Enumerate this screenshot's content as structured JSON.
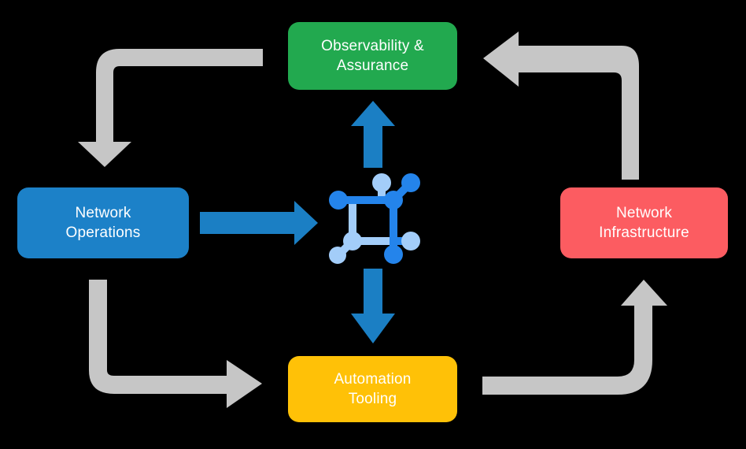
{
  "diagram": {
    "title": "Network operations lifecycle cycle diagram",
    "background_color": "#000000",
    "nodes": [
      {
        "id": "observability",
        "label": "Observability &\nAssurance",
        "color": "#22A94F",
        "text_color": "#FFFFFF",
        "position": "top"
      },
      {
        "id": "operations",
        "label": "Network\nOperations",
        "color": "#1C81C8",
        "text_color": "#FFFFFF",
        "position": "left"
      },
      {
        "id": "infrastructure",
        "label": "Network\nInfrastructure",
        "color": "#FC5C61",
        "text_color": "#FFFFFF",
        "position": "right"
      },
      {
        "id": "automation",
        "label": "Automation\nTooling",
        "color": "#FFC107",
        "text_color": "#FFFFFF",
        "position": "bottom"
      }
    ],
    "center_icon": {
      "name": "network-topology-icon",
      "light_color": "#A3CDF9",
      "dark_color": "#2484EB"
    },
    "connectors": {
      "blue_color": "#1B7FC4",
      "gray_color": "#C6C6C6",
      "arrows": [
        {
          "id": "operations-to-center",
          "direction": "right",
          "color": "#1B7FC4",
          "style": "straight"
        },
        {
          "id": "center-to-observability",
          "direction": "up",
          "color": "#1B7FC4",
          "style": "straight"
        },
        {
          "id": "center-to-automation",
          "direction": "down",
          "color": "#1B7FC4",
          "style": "straight"
        },
        {
          "id": "observability-to-operations",
          "direction": "down",
          "color": "#C6C6C6",
          "style": "elbow"
        },
        {
          "id": "operations-to-automation",
          "direction": "right",
          "color": "#C6C6C6",
          "style": "elbow"
        },
        {
          "id": "automation-to-infrastructure",
          "direction": "up",
          "color": "#C6C6C6",
          "style": "elbow"
        },
        {
          "id": "infrastructure-to-observability",
          "direction": "left",
          "color": "#C6C6C6",
          "style": "elbow"
        }
      ]
    }
  }
}
